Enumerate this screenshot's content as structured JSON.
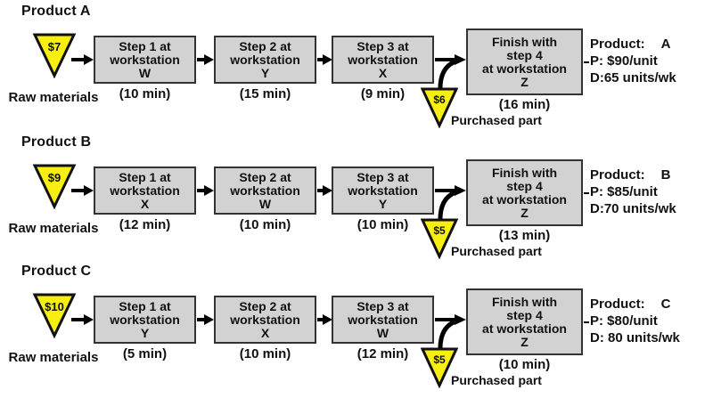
{
  "colors": {
    "box_fill": "#d2d2d2",
    "box_border": "#333333",
    "triangle_fill": "#f7ee12",
    "triangle_border": "#111111",
    "arrow": "#000000",
    "background": "#ffffff"
  },
  "products": [
    {
      "label": "Product A",
      "raw": {
        "cost": "$7",
        "label": "Raw materials"
      },
      "steps": [
        {
          "l1": "Step 1 at",
          "l2": "workstation",
          "l3": "W",
          "time": "(10 min)"
        },
        {
          "l1": "Step 2 at",
          "l2": "workstation",
          "l3": "Y",
          "time": "(15 min)"
        },
        {
          "l1": "Step 3 at",
          "l2": "workstation",
          "l3": "X",
          "time": "(9 min)"
        }
      ],
      "finish": {
        "l1": "Finish with",
        "l2": "step 4",
        "l3": "at workstation",
        "l4": "Z",
        "time": "(16 min)"
      },
      "purchased": {
        "cost": "$6",
        "label": "Purchased part"
      },
      "info": {
        "product_label": "Product:",
        "product_value": "A",
        "price": "P: $90/unit",
        "demand": "D:65 units/wk"
      }
    },
    {
      "label": "Product B",
      "raw": {
        "cost": "$9",
        "label": "Raw materials"
      },
      "steps": [
        {
          "l1": "Step 1 at",
          "l2": "workstation",
          "l3": "X",
          "time": "(12 min)"
        },
        {
          "l1": "Step 2 at",
          "l2": "workstation",
          "l3": "W",
          "time": "(10 min)"
        },
        {
          "l1": "Step 3 at",
          "l2": "workstation",
          "l3": "Y",
          "time": "(10 min)"
        }
      ],
      "finish": {
        "l1": "Finish with",
        "l2": "step 4",
        "l3": "at workstation",
        "l4": "Z",
        "time": "(13 min)"
      },
      "purchased": {
        "cost": "$5",
        "label": "Purchased part"
      },
      "info": {
        "product_label": "Product:",
        "product_value": "B",
        "price": "P: $85/unit",
        "demand": "D:70 units/wk"
      }
    },
    {
      "label": "Product C",
      "raw": {
        "cost": "$10",
        "label": "Raw materials"
      },
      "steps": [
        {
          "l1": "Step 1 at",
          "l2": "workstation",
          "l3": "Y",
          "time": "(5 min)"
        },
        {
          "l1": "Step 2 at",
          "l2": "workstation",
          "l3": "X",
          "time": "(10 min)"
        },
        {
          "l1": "Step 3 at",
          "l2": "workstation",
          "l3": "W",
          "time": "(12 min)"
        }
      ],
      "finish": {
        "l1": "Finish with",
        "l2": "step 4",
        "l3": "at workstation",
        "l4": "Z",
        "time": "(10 min)"
      },
      "purchased": {
        "cost": "$5",
        "label": "Purchased part"
      },
      "info": {
        "product_label": "Product:",
        "product_value": "C",
        "price": "P: $80/unit",
        "demand": "D: 80 units/wk"
      }
    }
  ]
}
